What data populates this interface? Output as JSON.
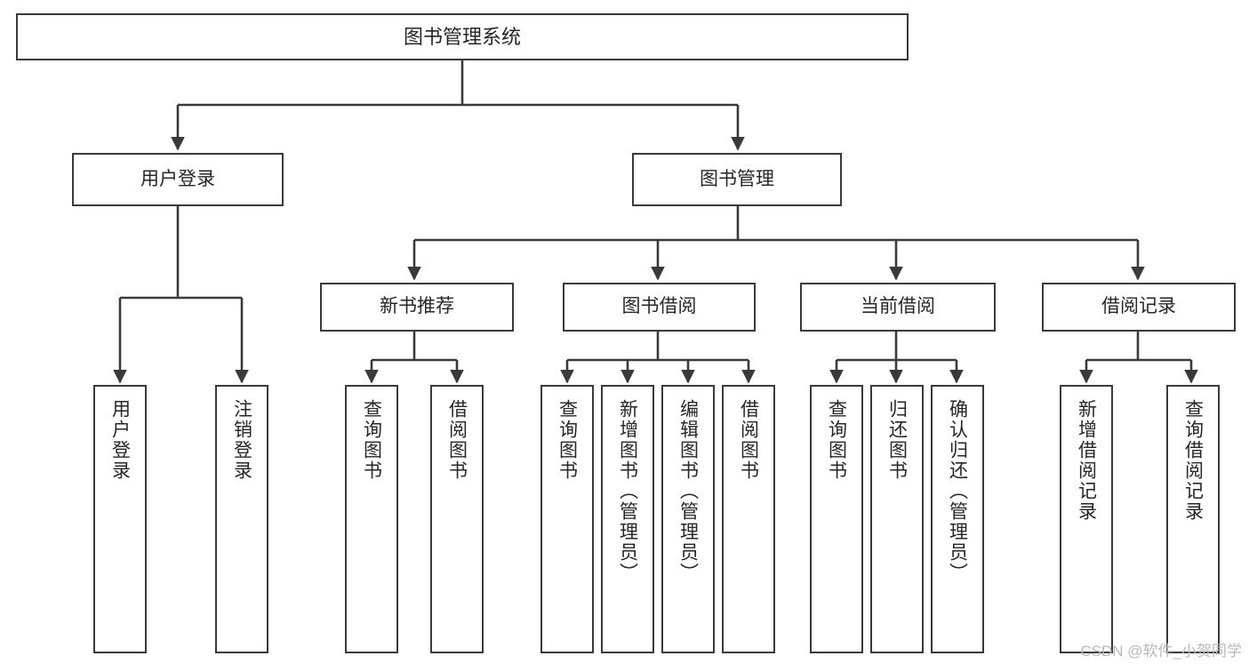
{
  "diagram": {
    "title": "图书管理系统",
    "type": "tree-hierarchy",
    "watermark": "CSDN @软件_小贺同学",
    "root": {
      "id": "root",
      "label": "图书管理系统"
    },
    "level2": [
      {
        "id": "user-login",
        "label": "用户登录"
      },
      {
        "id": "book-manage",
        "label": "图书管理"
      }
    ],
    "level3": [
      {
        "id": "new-book-rec",
        "label": "新书推荐",
        "parent": "book-manage"
      },
      {
        "id": "book-borrow",
        "label": "图书借阅",
        "parent": "book-manage"
      },
      {
        "id": "current-borrow",
        "label": "当前借阅",
        "parent": "book-manage"
      },
      {
        "id": "borrow-record",
        "label": "借阅记录",
        "parent": "book-manage"
      }
    ],
    "leaves": {
      "user_login": [
        {
          "id": "leaf-user-login",
          "label": "用户登录"
        },
        {
          "id": "leaf-user-logout",
          "label": "注销登录"
        }
      ],
      "new_book_rec": [
        {
          "id": "leaf-query-book-1",
          "label": "查询图书"
        },
        {
          "id": "leaf-borrow-book-1",
          "label": "借阅图书"
        }
      ],
      "book_borrow": [
        {
          "id": "leaf-query-book-2",
          "label": "查询图书"
        },
        {
          "id": "leaf-add-book",
          "label": "新增图书（管理员）"
        },
        {
          "id": "leaf-edit-book",
          "label": "编辑图书（管理员）"
        },
        {
          "id": "leaf-borrow-book-2",
          "label": "借阅图书"
        }
      ],
      "current_borrow": [
        {
          "id": "leaf-query-book-3",
          "label": "查询图书"
        },
        {
          "id": "leaf-return-book",
          "label": "归还图书"
        },
        {
          "id": "leaf-confirm-return",
          "label": "确认归还（管理员）"
        }
      ],
      "borrow_record": [
        {
          "id": "leaf-add-record",
          "label": "新增借阅记录"
        },
        {
          "id": "leaf-query-record",
          "label": "查询借阅记录"
        }
      ]
    },
    "colors": {
      "stroke": "#3a3a3a",
      "fill": "#ffffff",
      "text": "#262626",
      "watermark": "#b8b8b8"
    }
  }
}
